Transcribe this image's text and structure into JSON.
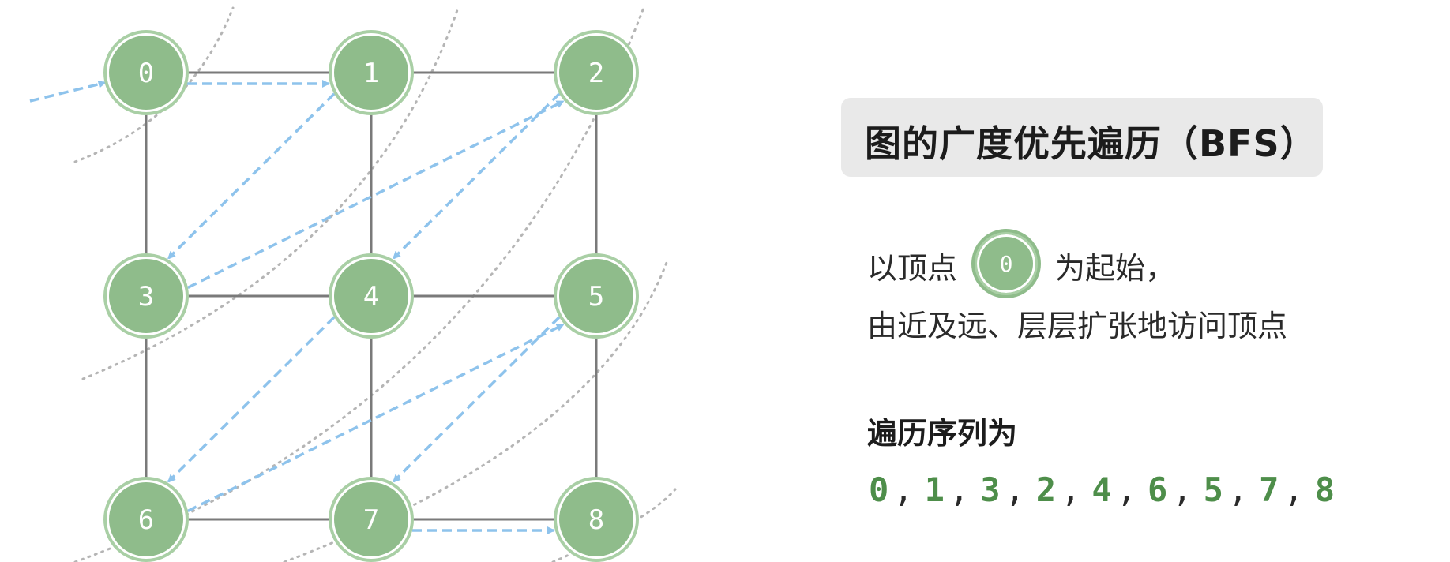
{
  "colors": {
    "node_fill": "#8fbc8b",
    "node_ring": "#a9cfa5",
    "edge": "#7a7a7a",
    "arrow": "#8ec3ec",
    "layer_arc": "#b5b5b5",
    "sequence_text": "#4e8e4a",
    "title_bg": "#e9e9e9"
  },
  "graph": {
    "nodes": [
      "0",
      "1",
      "2",
      "3",
      "4",
      "5",
      "6",
      "7",
      "8"
    ],
    "edges": [
      [
        "0",
        "1"
      ],
      [
        "1",
        "2"
      ],
      [
        "3",
        "4"
      ],
      [
        "4",
        "5"
      ],
      [
        "6",
        "7"
      ],
      [
        "7",
        "8"
      ],
      [
        "0",
        "3"
      ],
      [
        "3",
        "6"
      ],
      [
        "1",
        "4"
      ],
      [
        "4",
        "7"
      ],
      [
        "2",
        "5"
      ],
      [
        "5",
        "8"
      ]
    ],
    "traversal_arrows": [
      [
        "start",
        "0"
      ],
      [
        "0",
        "1"
      ],
      [
        "1",
        "3"
      ],
      [
        "3",
        "2"
      ],
      [
        "2",
        "4"
      ],
      [
        "4",
        "6"
      ],
      [
        "6",
        "5"
      ],
      [
        "5",
        "7"
      ],
      [
        "7",
        "8"
      ]
    ]
  },
  "title": "图的广度优先遍历（BFS）",
  "description": {
    "line1_before": "以顶点",
    "start_node": "0",
    "line1_after": "为起始，",
    "line2": "由近及远、层层扩张地访问顶点"
  },
  "sequence": {
    "heading": "遍历序列为",
    "values": [
      "0",
      "1",
      "3",
      "2",
      "4",
      "6",
      "5",
      "7",
      "8"
    ],
    "separator": ","
  }
}
